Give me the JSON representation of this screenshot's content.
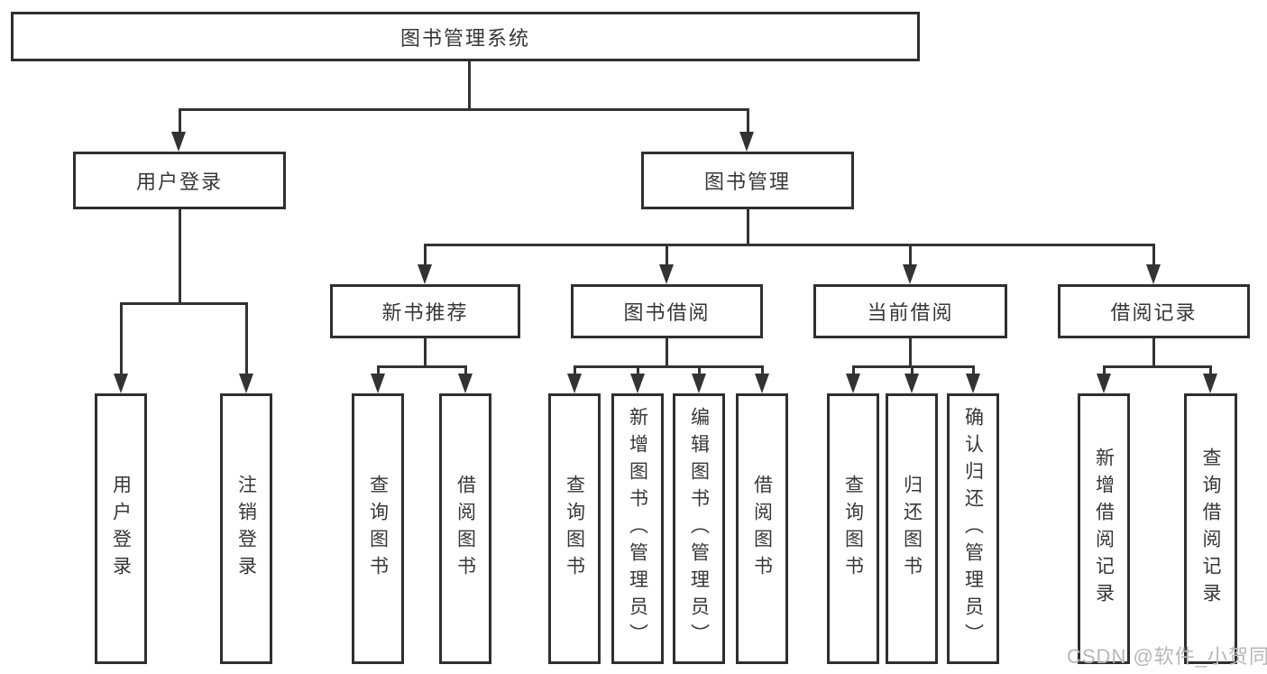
{
  "root": {
    "label": "图书管理系统"
  },
  "level1": {
    "user_login": "用户登录",
    "book_mgmt": "图书管理"
  },
  "level2": {
    "new_books": "新书推荐",
    "borrowing": "图书借阅",
    "current": "当前借阅",
    "records": "借阅记录"
  },
  "leaves": {
    "login": "用户登录",
    "logout": "注销登录",
    "nb_query": "查询图书",
    "nb_borrow": "借阅图书",
    "bb_query": "查询图书",
    "bb_add": "新增图书（管理员）",
    "bb_edit": "编辑图书（管理员）",
    "bb_borrow": "借阅图书",
    "cb_query": "查询图书",
    "cb_return": "归还图书",
    "cb_confirm": "确认归还（管理员）",
    "rc_add": "新增借阅记录",
    "rc_query": "查询借阅记录"
  },
  "watermark": "CSDN @软件_小贺同学",
  "colors": {
    "line": "#333333",
    "box_border": "#2f2f2f",
    "text": "#373737",
    "watermark": "#b7b7b9",
    "background": "#ffffff"
  }
}
